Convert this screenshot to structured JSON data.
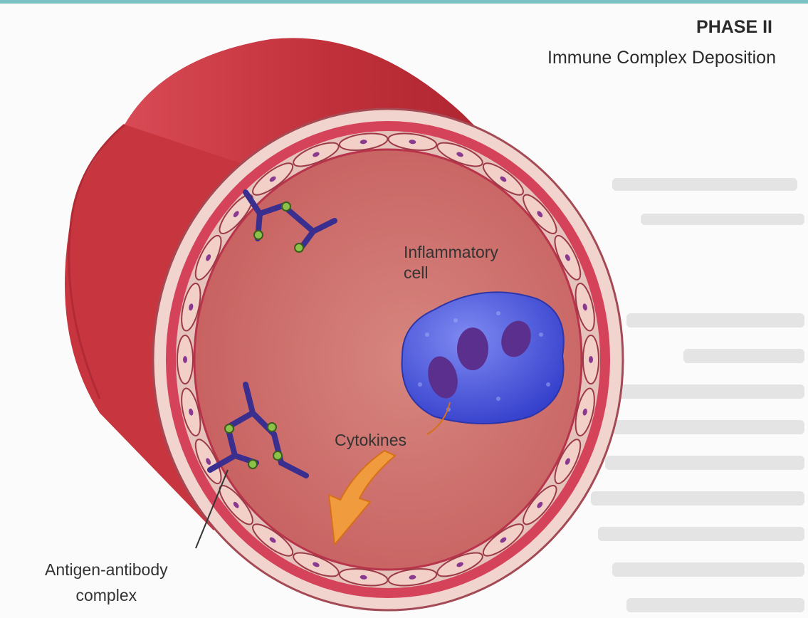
{
  "header": {
    "phase": "PHASE II",
    "subtitle": "Immune Complex Deposition"
  },
  "labels": {
    "inflammatory_cell_line1": "Inflammatory",
    "inflammatory_cell_line2": "cell",
    "cytokines": "Cytokines",
    "complex_line1": "Antigen-antibody",
    "complex_line2": "complex"
  },
  "colors": {
    "vessel_outer": "#c2303c",
    "vessel_inner": "#c7515a",
    "endothelium": "#f2cfc7",
    "nucleus": "#8a3a8e",
    "inflammatory_cell": "#4a57e0",
    "antibody": "#3a2e8f",
    "antigen": "#8cc24a",
    "cytokine_arrow": "#ee8a2c",
    "top_bar": "#7bc0c2"
  },
  "icons": {
    "vessel": "blood-vessel-cross-section-icon",
    "cell": "neutrophil-icon",
    "complex": "antigen-antibody-complex-icon",
    "arrow": "cytokine-arrow-icon"
  }
}
